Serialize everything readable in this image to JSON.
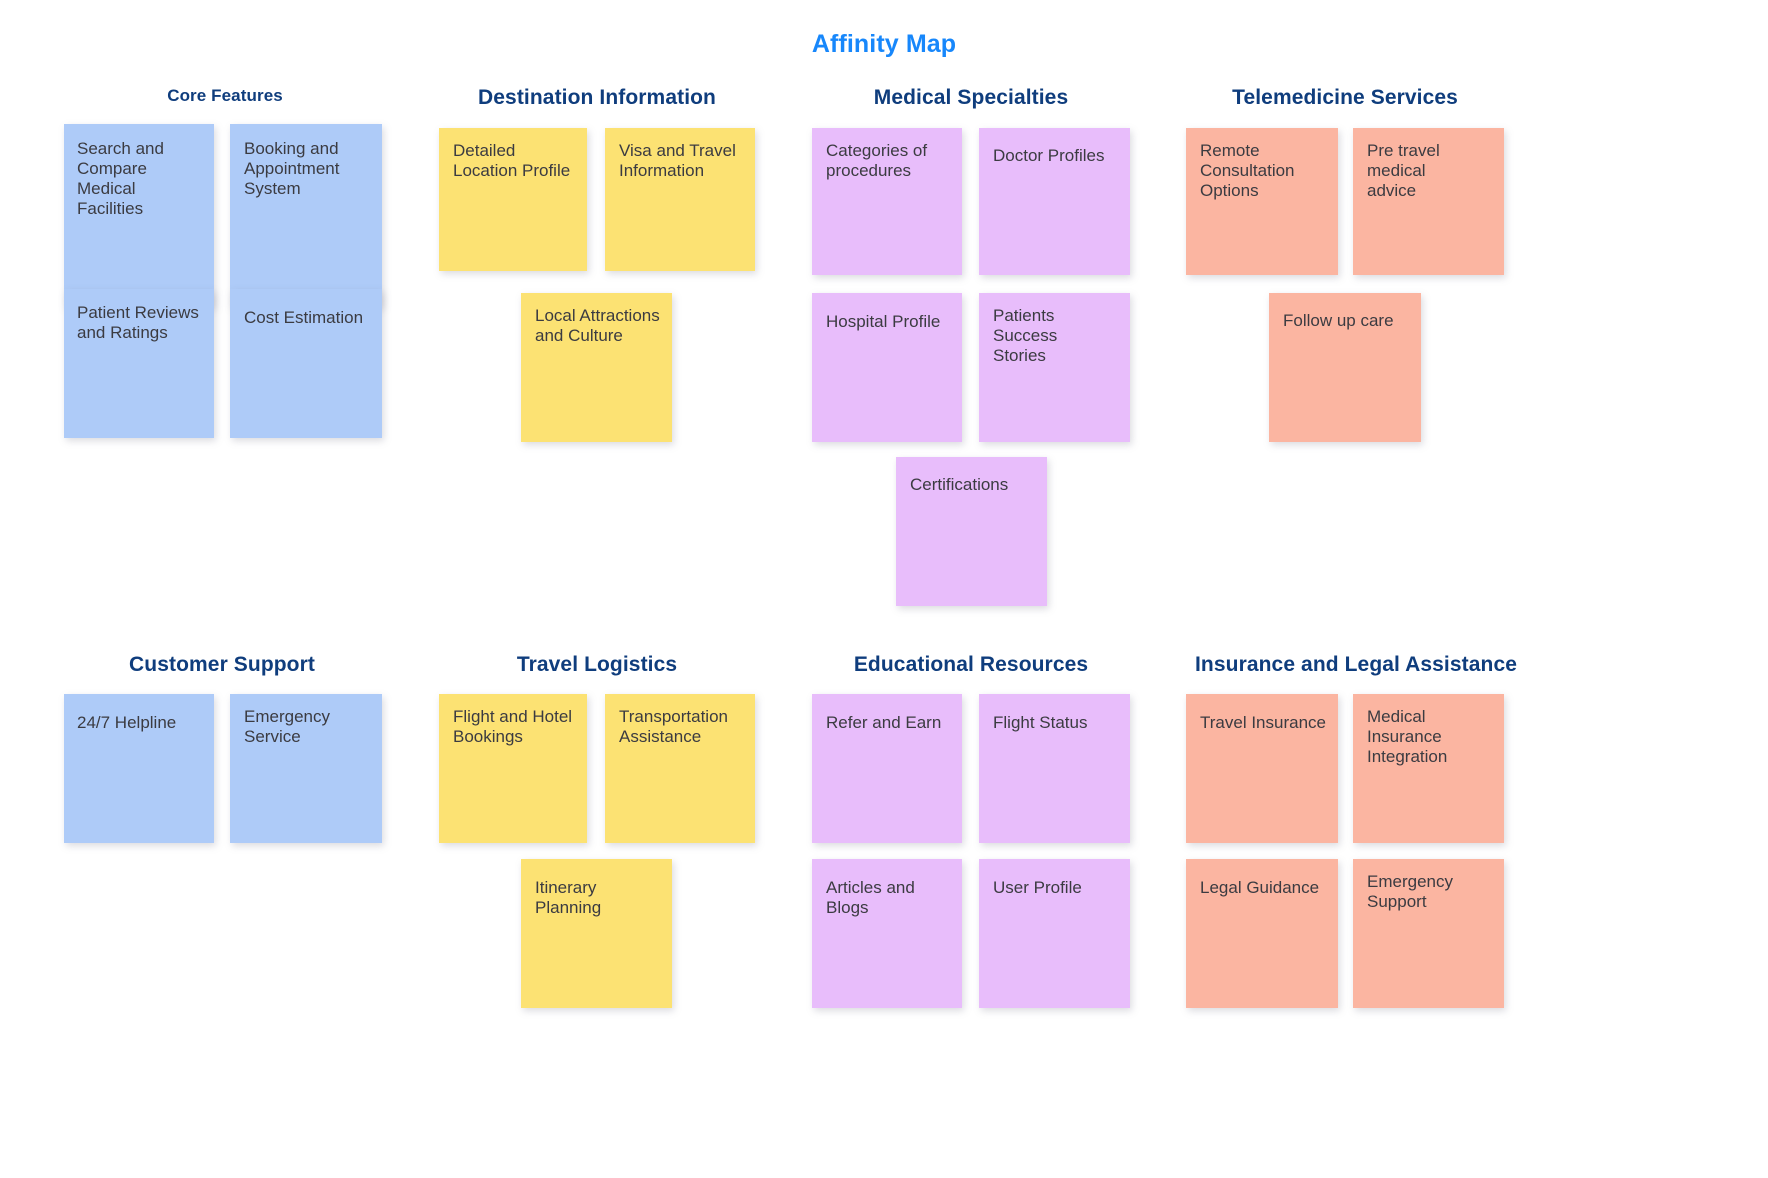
{
  "board": {
    "title": "Affinity Map",
    "title_color": "#1787fb",
    "group_title_color": "#0f3d7d",
    "background": "#ffffff",
    "note_text_color": "#3b3b41"
  },
  "palette": {
    "blue": "#aecbf8",
    "yellow": "#fce273",
    "purple": "#e8bdfb",
    "salmon": "#fbb5a1"
  },
  "groups": [
    {
      "id": "core-features",
      "title": "Core Features",
      "color": "blue",
      "notes": [
        {
          "id": "search-and-compare-medical-facilities",
          "label": "Search and\nCompare Medical\nFacilities"
        },
        {
          "id": "booking-and-appointment-system",
          "label": "Booking and\nAppointment\nSystem"
        },
        {
          "id": "patient-reviews-and-ratings",
          "label": "Patient Reviews\nand Ratings"
        },
        {
          "id": "cost-estimation",
          "label": "Cost Estimation"
        }
      ]
    },
    {
      "id": "destination-information",
      "title": "Destination Information",
      "color": "yellow",
      "notes": [
        {
          "id": "detailed-location-profile",
          "label": "Detailed\nLocation Profile"
        },
        {
          "id": "visa-and-travel-information",
          "label": "Visa and Travel\nInformation"
        },
        {
          "id": "local-attractions-and-culture",
          "label": "Local Attractions\nand Culture"
        }
      ]
    },
    {
      "id": "medical-specialties",
      "title": "Medical Specialties",
      "color": "purple",
      "notes": [
        {
          "id": "categories-of-procedures",
          "label": "Categories of\nprocedures"
        },
        {
          "id": "doctor-profiles",
          "label": "Doctor Profiles"
        },
        {
          "id": "hospital-profile",
          "label": "Hospital Profile"
        },
        {
          "id": "patients-success-stories",
          "label": "Patients Success\nStories"
        },
        {
          "id": "certifications",
          "label": "Certifications"
        }
      ]
    },
    {
      "id": "telemedicine-services",
      "title": "Telemedicine Services",
      "color": "salmon",
      "notes": [
        {
          "id": "remote-consultation-options",
          "label": "Remote\nConsultation\nOptions"
        },
        {
          "id": "pre-travel-medical-advice",
          "label": "Pre travel medical\nadvice"
        },
        {
          "id": "follow-up-care",
          "label": "Follow up care"
        }
      ]
    },
    {
      "id": "customer-support",
      "title": "Customer Support",
      "color": "blue",
      "notes": [
        {
          "id": "24-7-helpline",
          "label": "24/7 Helpline"
        },
        {
          "id": "emergency-service",
          "label": "Emergency\nService"
        }
      ]
    },
    {
      "id": "travel-logistics",
      "title": "Travel Logistics",
      "color": "yellow",
      "notes": [
        {
          "id": "flight-and-hotel-bookings",
          "label": "Flight and Hotel\nBookings"
        },
        {
          "id": "transportation-assistance",
          "label": "Transportation\nAssistance"
        },
        {
          "id": "itinerary-planning",
          "label": "Itinerary Planning"
        }
      ]
    },
    {
      "id": "educational-resources",
      "title": "Educational Resources",
      "color": "purple",
      "notes": [
        {
          "id": "refer-and-earn",
          "label": "Refer and Earn"
        },
        {
          "id": "flight-status",
          "label": "Flight Status"
        },
        {
          "id": "articles-and-blogs",
          "label": "Articles and Blogs"
        },
        {
          "id": "user-profile",
          "label": "User Profile"
        }
      ]
    },
    {
      "id": "insurance-and-legal-assistance",
      "title": "Insurance and Legal Assistance",
      "color": "salmon",
      "notes": [
        {
          "id": "travel-insurance",
          "label": "Travel Insurance"
        },
        {
          "id": "medical-insurance-integration",
          "label": "Medical\nInsurance\nIntegration"
        },
        {
          "id": "legal-guidance",
          "label": "Legal Guidance"
        },
        {
          "id": "emergency-support",
          "label": "Emergency\nSupport"
        }
      ]
    }
  ]
}
